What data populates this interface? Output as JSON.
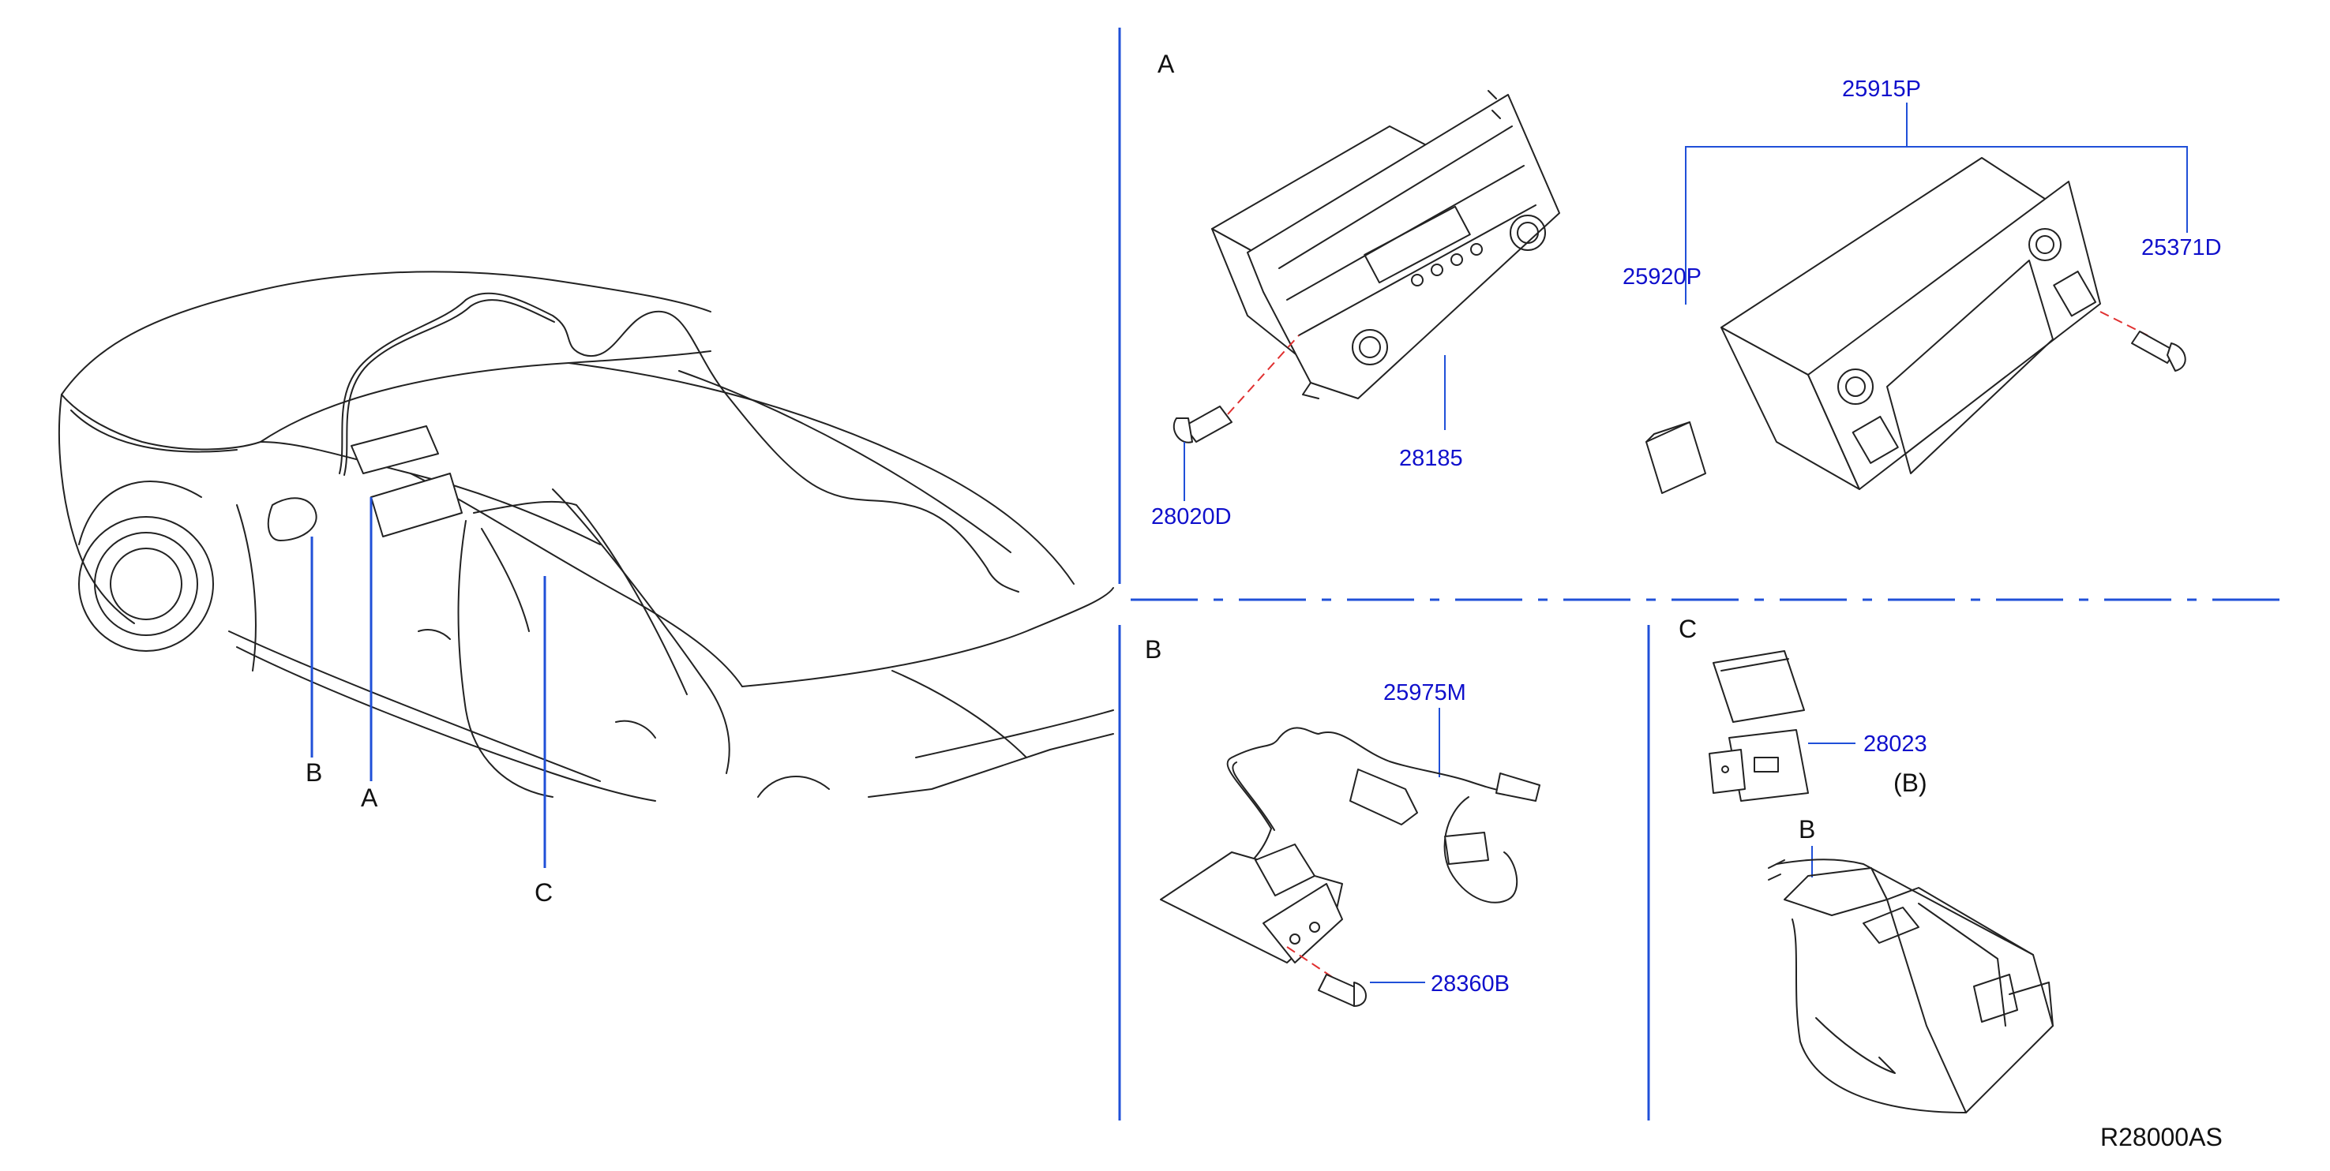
{
  "diagram_code": "R28000AS",
  "sections": {
    "a": "A",
    "b": "B",
    "c": "C"
  },
  "vehicle_callouts": {
    "a": "A",
    "b": "B",
    "c": "C"
  },
  "parts": {
    "bolt_a": "28020D",
    "audio_unit": "28185",
    "nav_assembly": "25915P",
    "sd_card": "25920P",
    "nav_bolt": "25371D",
    "antenna_cable": "25975M",
    "module_bolt": "28360B",
    "usb_jack": "28023"
  },
  "detail_b_ref": "(B)",
  "console_callout_b": "B",
  "colors": {
    "label": "#1010cc",
    "leader_line": "#2050d8",
    "dashed_leader": "#e03030",
    "drawing": "#222222"
  }
}
